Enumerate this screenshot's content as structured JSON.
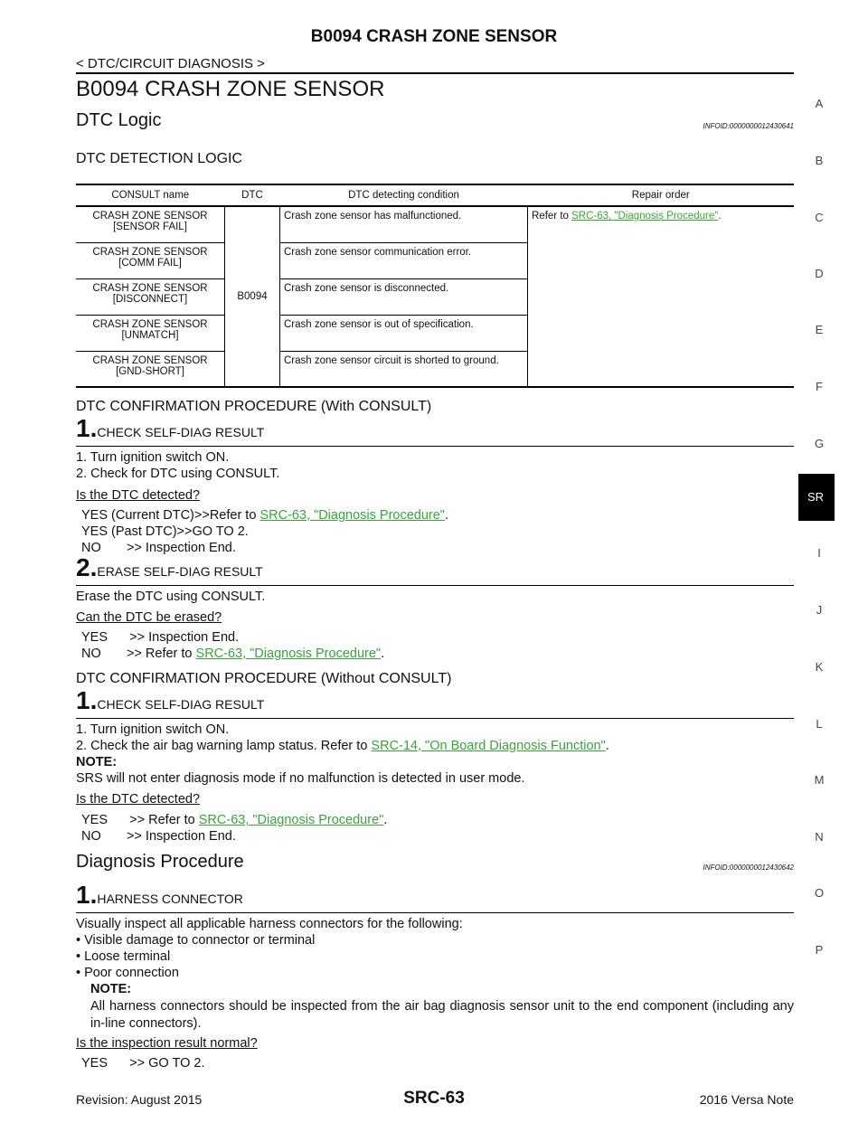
{
  "header": {
    "title": "B0094 CRASH ZONE SENSOR",
    "subtitle": "< DTC/CIRCUIT DIAGNOSIS >"
  },
  "side_index": [
    "A",
    "B",
    "C",
    "D",
    "E",
    "F",
    "G",
    "I",
    "J",
    "K",
    "L",
    "M",
    "N",
    "O",
    "P"
  ],
  "side_tab": "SR",
  "section_title": "B0094 CRASH ZONE SENSOR",
  "dtc_logic": {
    "title": "DTC Logic",
    "infoid": "INFOID:0000000012430641",
    "detection_heading": "DTC DETECTION LOGIC",
    "table": {
      "headers": [
        "CONSULT name",
        "DTC",
        "DTC detecting condition",
        "Repair order"
      ],
      "dtc": "B0094",
      "rows": [
        {
          "name1": "CRASH ZONE SENSOR",
          "name2": "[SENSOR FAIL]",
          "condition": "Crash zone sensor has malfunctioned."
        },
        {
          "name1": "CRASH ZONE SENSOR",
          "name2": "[COMM FAIL]",
          "condition": "Crash zone sensor communication error."
        },
        {
          "name1": "CRASH ZONE SENSOR",
          "name2": "[DISCONNECT]",
          "condition": "Crash zone sensor is disconnected."
        },
        {
          "name1": "CRASH ZONE SENSOR",
          "name2": "[UNMATCH]",
          "condition": "Crash zone sensor is out of specification."
        },
        {
          "name1": "CRASH ZONE SENSOR",
          "name2": "[GND-SHORT]",
          "condition": "Crash zone sensor circuit is shorted to ground."
        }
      ],
      "repair_prefix": "Refer to ",
      "repair_link": "SRC-63, \"Diagnosis Procedure\"",
      "repair_suffix": "."
    }
  },
  "confirm_with": {
    "heading": "DTC CONFIRMATION PROCEDURE (With CONSULT)",
    "step1": {
      "num": "1.",
      "title": "CHECK SELF-DIAG RESULT",
      "lines": [
        "1.   Turn ignition switch ON.",
        "2.   Check for DTC using CONSULT."
      ],
      "question": "Is the DTC detected?",
      "yes_current_prefix": "YES (Current DTC)>>Refer to ",
      "yes_current_link": "SRC-63, \"Diagnosis Procedure\"",
      "yes_current_suffix": ".",
      "yes_past": "YES (Past DTC)>>GO TO 2.",
      "no": "NO       >> Inspection End."
    },
    "step2": {
      "num": "2.",
      "title": "ERASE SELF-DIAG RESULT",
      "line": "Erase the DTC using CONSULT.",
      "question": "Can the DTC be erased?",
      "yes": "YES      >> Inspection End.",
      "no_prefix": "NO       >> Refer to ",
      "no_link": "SRC-63, \"Diagnosis Procedure\"",
      "no_suffix": "."
    }
  },
  "confirm_without": {
    "heading": "DTC CONFIRMATION PROCEDURE (Without CONSULT)",
    "step1": {
      "num": "1.",
      "title": "CHECK SELF-DIAG RESULT",
      "line1": "1.   Turn ignition switch ON.",
      "line2_prefix": "2.   Check the air bag warning lamp status. Refer to ",
      "line2_link": "SRC-14, \"On Board Diagnosis Function\"",
      "line2_suffix": ".",
      "note_label": "NOTE:",
      "note_text": "SRS will not enter diagnosis mode if no malfunction is detected in user mode.",
      "question": "Is the DTC detected?",
      "yes_prefix": "YES      >> Refer to ",
      "yes_link": "SRC-63, \"Diagnosis Procedure\"",
      "yes_suffix": ".",
      "no": "NO       >> Inspection End."
    }
  },
  "diagnosis": {
    "title": "Diagnosis Procedure",
    "infoid": "INFOID:0000000012430642",
    "step1": {
      "num": "1.",
      "title": "HARNESS CONNECTOR",
      "intro": "Visually inspect all applicable harness connectors for the following:",
      "bullets": [
        "Visible damage to connector or terminal",
        "Loose terminal",
        "Poor connection"
      ],
      "note_label": "NOTE:",
      "note_text": "All harness connectors should be inspected from the air bag diagnosis sensor unit to the end component (including any in-line connectors).",
      "question": "Is the inspection result normal?",
      "yes": "YES      >> GO TO 2."
    }
  },
  "footer": {
    "revision": "Revision: August 2015",
    "page": "SRC-63",
    "model": "2016 Versa Note"
  }
}
